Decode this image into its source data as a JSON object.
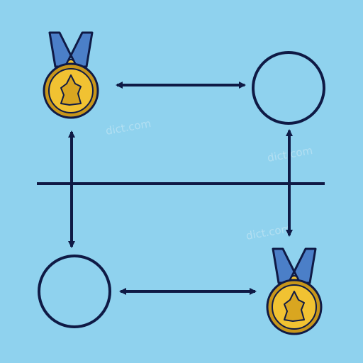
{
  "colors": {
    "background": "#8fd2ee",
    "ink": "#0f1a45",
    "ribbon": "#4b7fc8",
    "medal_gold": "#f1c232",
    "medal_gold_dark": "#c8961a"
  },
  "watermark_text": "dict.com",
  "nodes": [
    {
      "id": "top-left",
      "kind": "medal",
      "icon": "medal-icon"
    },
    {
      "id": "top-right",
      "kind": "circle",
      "icon": "circle-outline"
    },
    {
      "id": "bottom-left",
      "kind": "circle",
      "icon": "circle-outline"
    },
    {
      "id": "bottom-right",
      "kind": "medal",
      "icon": "medal-icon"
    }
  ],
  "connections": [
    {
      "from": "top-left",
      "to": "top-right",
      "style": "double-arrow"
    },
    {
      "from": "bottom-left",
      "to": "bottom-right",
      "style": "double-arrow"
    },
    {
      "from": "top-left",
      "to": "bottom-left",
      "style": "double-arrow"
    },
    {
      "from": "top-right",
      "to": "bottom-right",
      "style": "double-arrow"
    }
  ],
  "divider": {
    "orientation": "horizontal"
  }
}
